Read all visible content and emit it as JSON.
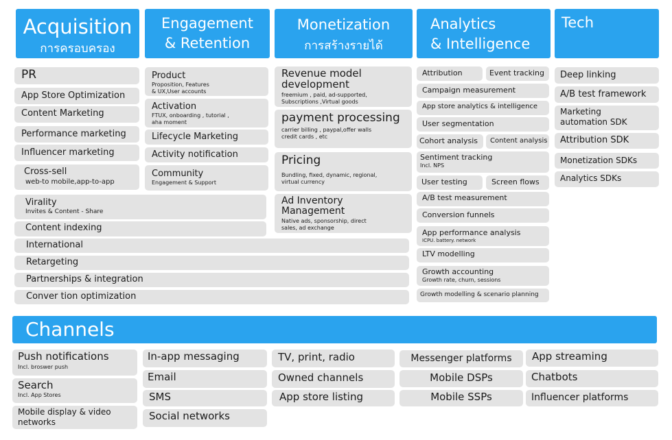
{
  "headers": {
    "acquisition": {
      "title": "Acquisition",
      "subtitle": "การครอบครอง"
    },
    "engagement": {
      "title_line1": "Engagement",
      "title_line2": "& Retention"
    },
    "monetization": {
      "title": "Monetization",
      "subtitle": "การสร้างรายได้"
    },
    "analytics": {
      "title_line1": "Analytics",
      "title_line2": "& Intelligence"
    },
    "tech": {
      "title": "Tech"
    },
    "channels": {
      "title": "Channels"
    }
  },
  "acquisition": {
    "pr": "PR",
    "aso": "App Store Optimization",
    "content_marketing": "Content Marketing",
    "performance_marketing": "Performance marketing",
    "influencer_marketing": "Influencer marketing",
    "cross_sell": {
      "label": "Cross-sell",
      "sub": "web-to mobile,app-to-app"
    },
    "virality": {
      "label": "Virality",
      "sub": "Invites & Content - Share"
    },
    "content_indexing": "Content indexing",
    "international": "International",
    "retargeting": "Retargeting",
    "partnerships": "Partnerships & integration",
    "conversion": "Conver tion optimization"
  },
  "engagement": {
    "product": {
      "label": "Product",
      "sub1": "Proposition, Features",
      "sub2": "& UX,User accounts"
    },
    "activation": {
      "label": "Activation",
      "sub1": "FTUX, onboarding , tutorial ,",
      "sub2": "aha moment"
    },
    "lifecycle": "Lifecycle Marketing",
    "activity_notification": "Activity notification",
    "community": {
      "label": "Community",
      "sub": "Engagement & Support"
    }
  },
  "monetization": {
    "revenue_model": {
      "label1": "Revenue model",
      "label2": "development",
      "sub1": "freemium , paid, ad-supported,",
      "sub2": "Subscriptions ,Virtual goods"
    },
    "payment": {
      "label": "payment processing",
      "sub1": "carrier billing , paypal,offer walls",
      "sub2": "credit cards , etc"
    },
    "pricing": {
      "label": "Pricing",
      "sub1": "Bundling, fixed, dynamic, regional,",
      "sub2": "virtual currency"
    },
    "ad_inventory": {
      "label1": "Ad Inventory",
      "label2": "Management",
      "sub1": "Native ads, sponsorship, direct",
      "sub2": "sales, ad exchange"
    }
  },
  "analytics": {
    "attribution": "Attribution",
    "event_tracking": "Event tracking",
    "campaign_measurement": "Campaign measurement",
    "app_store_analytics": "App store analytics & intelligence",
    "user_segmentation": "User segmentation",
    "cohort_analysis": "Cohort analysis",
    "content_analysis": "Content analysis",
    "sentiment": {
      "label": "Sentiment tracking",
      "sub": "Incl. NPS"
    },
    "user_testing": "User testing",
    "screen_flows": "Screen flows",
    "ab_measurement": "A/B test measurement",
    "conversion_funnels": "Conversion funnels",
    "app_performance": {
      "label": "App performance analysis",
      "sub": "ICPU. battery. network"
    },
    "ltv": "LTV modelling",
    "growth_accounting": {
      "label": "Growth accounting",
      "sub": "Growth rate, churn, sessions"
    },
    "growth_modelling": "Growth modelling & scenario planning"
  },
  "tech": {
    "deep_linking": "Deep linking",
    "ab_framework": "A/B test framework",
    "marketing_sdk_1": "Marketing",
    "marketing_sdk_2": "automation SDK",
    "attribution_sdk": "Attribution SDK",
    "monetization_sdks": "Monetization SDKs",
    "analytics_sdks": "Analytics SDKs"
  },
  "channels": {
    "push": {
      "label": "Push notifications",
      "sub": "Incl. broswer push"
    },
    "search": {
      "label": "Search",
      "sub": "Incl. App Stores"
    },
    "mobile_display_1": "Mobile display & video",
    "mobile_display_2": "networks",
    "in_app": "In-app messaging",
    "email": "Email",
    "sms": "SMS",
    "social": "Social networks",
    "tv": "TV, print, radio",
    "owned": "Owned channels",
    "app_store_listing": "App store listing",
    "messenger": "Messenger platforms",
    "mobile_dsps": "Mobile DSPs",
    "mobile_ssps": "Mobile SSPs",
    "app_streaming": "App streaming",
    "chatbots": "Chatbots",
    "influencer_platforms": "Influencer platforms"
  },
  "colors": {
    "header_blue": "#2aa3ee",
    "box_grey": "#e3e3e3"
  }
}
